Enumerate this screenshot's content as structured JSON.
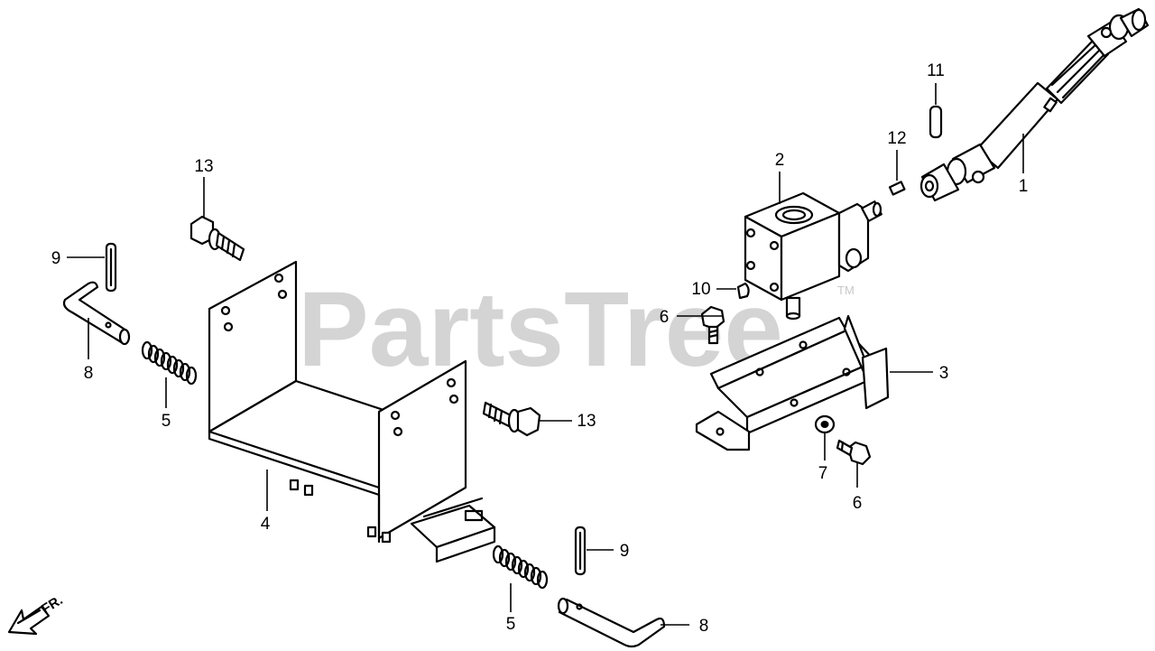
{
  "watermark": {
    "text": "PartsTree",
    "trademark": "TM"
  },
  "direction": {
    "label": "FR."
  },
  "callouts": [
    {
      "id": "c1",
      "label": "1"
    },
    {
      "id": "c2",
      "label": "2"
    },
    {
      "id": "c3",
      "label": "3"
    },
    {
      "id": "c4",
      "label": "4"
    },
    {
      "id": "c5a",
      "label": "5"
    },
    {
      "id": "c5b",
      "label": "5"
    },
    {
      "id": "c6a",
      "label": "6"
    },
    {
      "id": "c6b",
      "label": "6"
    },
    {
      "id": "c7",
      "label": "7"
    },
    {
      "id": "c8a",
      "label": "8"
    },
    {
      "id": "c8b",
      "label": "8"
    },
    {
      "id": "c9a",
      "label": "9"
    },
    {
      "id": "c9b",
      "label": "9"
    },
    {
      "id": "c10",
      "label": "10"
    },
    {
      "id": "c11",
      "label": "11"
    },
    {
      "id": "c12",
      "label": "12"
    },
    {
      "id": "c13a",
      "label": "13"
    },
    {
      "id": "c13b",
      "label": "13"
    }
  ]
}
